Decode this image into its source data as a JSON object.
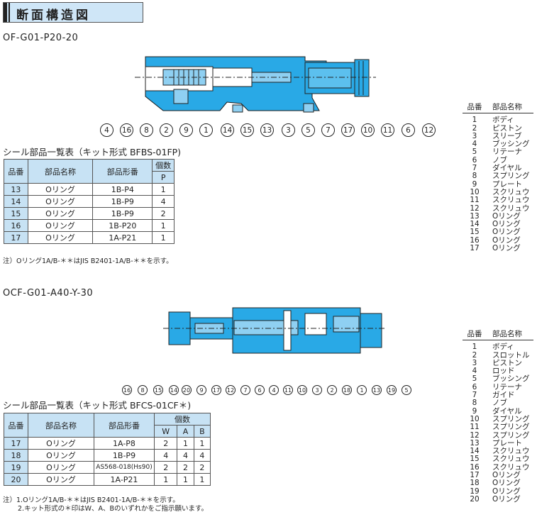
{
  "header": {
    "title": "断面構造図"
  },
  "section1": {
    "model": "OF-G01-P20-20",
    "balloons": [
      "4",
      "16",
      "8",
      "2",
      "9",
      "1",
      "14",
      "15",
      "13",
      "3",
      "5",
      "7",
      "17",
      "10",
      "11",
      "6",
      "12"
    ],
    "table_title": "シール部品一覧表（キット形式 BFBS-01FP)",
    "headers": {
      "no": "品番",
      "name": "部品名称",
      "code": "部品形番",
      "qty": "個数",
      "p": "P"
    },
    "rows": [
      {
        "no": "13",
        "name": "Oリング",
        "code": "1B-P4",
        "qty": "1"
      },
      {
        "no": "14",
        "name": "Oリング",
        "code": "1B-P9",
        "qty": "4"
      },
      {
        "no": "15",
        "name": "Oリング",
        "code": "1B-P9",
        "qty": "2"
      },
      {
        "no": "16",
        "name": "Oリング",
        "code": "1B-P20",
        "qty": "1"
      },
      {
        "no": "17",
        "name": "Oリング",
        "code": "1A-P21",
        "qty": "1"
      }
    ],
    "note": "注）Oリング1A/B-＊＊はJIS B2401-1A/B-＊＊を示す。",
    "parts_header": {
      "no": "品番",
      "name": "部品名称"
    },
    "parts": [
      {
        "no": "1",
        "name": "ボディ"
      },
      {
        "no": "2",
        "name": "ピストン"
      },
      {
        "no": "3",
        "name": "スリーブ"
      },
      {
        "no": "4",
        "name": "ブッシング"
      },
      {
        "no": "5",
        "name": "リテーナ"
      },
      {
        "no": "6",
        "name": "ノブ"
      },
      {
        "no": "7",
        "name": "ダイヤル"
      },
      {
        "no": "8",
        "name": "スプリング"
      },
      {
        "no": "9",
        "name": "プレート"
      },
      {
        "no": "10",
        "name": "スクリュウ"
      },
      {
        "no": "11",
        "name": "スクリュウ"
      },
      {
        "no": "12",
        "name": "スクリュウ"
      },
      {
        "no": "13",
        "name": "Oリング"
      },
      {
        "no": "14",
        "name": "Oリング"
      },
      {
        "no": "15",
        "name": "Oリング"
      },
      {
        "no": "16",
        "name": "Oリング"
      },
      {
        "no": "17",
        "name": "Oリング"
      }
    ]
  },
  "section2": {
    "model": "OCF-G01-A40-Y-30",
    "balloons": [
      "16",
      "8",
      "15",
      "14",
      "20",
      "9",
      "17",
      "12",
      "7",
      "6",
      "4",
      "11",
      "10",
      "3",
      "2",
      "18",
      "1",
      "13",
      "19",
      "5"
    ],
    "table_title": "シール部品一覧表（キット形式 BFCS-01CF＊)",
    "headers": {
      "no": "品番",
      "name": "部品名称",
      "code": "部品形番",
      "qty": "個数",
      "w": "W",
      "a": "A",
      "b": "B"
    },
    "rows": [
      {
        "no": "17",
        "name": "Oリング",
        "code": "1A-P8",
        "w": "2",
        "a": "1",
        "b": "1"
      },
      {
        "no": "18",
        "name": "Oリング",
        "code": "1B-P9",
        "w": "4",
        "a": "4",
        "b": "4"
      },
      {
        "no": "19",
        "name": "Oリング",
        "code": "AS568-018(Hs90)",
        "w": "2",
        "a": "2",
        "b": "2"
      },
      {
        "no": "20",
        "name": "Oリング",
        "code": "1A-P21",
        "w": "1",
        "a": "1",
        "b": "1"
      }
    ],
    "note1": "注）1.Oリング1A/B-＊＊はJIS B2401-1A/B-＊＊を示す。",
    "note2": "2.キット形式の＊印はW、A、Bのいずれかをご指示願います。",
    "parts_header": {
      "no": "品番",
      "name": "部品名称"
    },
    "parts": [
      {
        "no": "1",
        "name": "ボディ"
      },
      {
        "no": "2",
        "name": "スロットル"
      },
      {
        "no": "3",
        "name": "ピストン"
      },
      {
        "no": "4",
        "name": "ロッド"
      },
      {
        "no": "5",
        "name": "ブッシング"
      },
      {
        "no": "6",
        "name": "リテーナ"
      },
      {
        "no": "7",
        "name": "ガイド"
      },
      {
        "no": "8",
        "name": "ノブ"
      },
      {
        "no": "9",
        "name": "ダイヤル"
      },
      {
        "no": "10",
        "name": "スプリング"
      },
      {
        "no": "11",
        "name": "スプリング"
      },
      {
        "no": "12",
        "name": "スプリング"
      },
      {
        "no": "13",
        "name": "プレート"
      },
      {
        "no": "14",
        "name": "スクリュウ"
      },
      {
        "no": "15",
        "name": "スクリュウ"
      },
      {
        "no": "16",
        "name": "スクリュウ"
      },
      {
        "no": "17",
        "name": "Oリング"
      },
      {
        "no": "18",
        "name": "Oリング"
      },
      {
        "no": "19",
        "name": "Oリング"
      },
      {
        "no": "20",
        "name": "Oリング"
      }
    ]
  }
}
